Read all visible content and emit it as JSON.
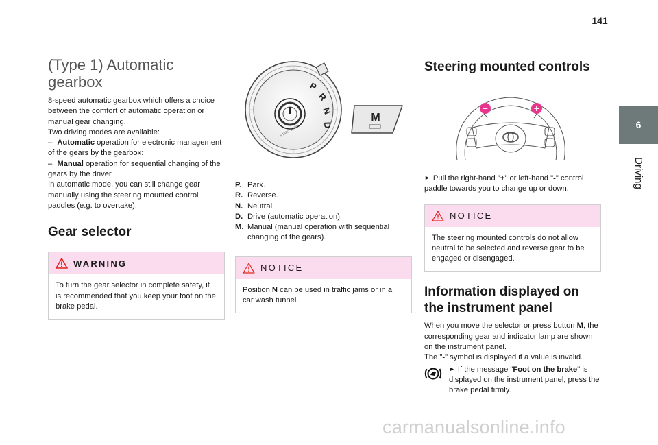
{
  "page": {
    "number": "141"
  },
  "chapter": {
    "number": "6",
    "label": "Driving"
  },
  "col1": {
    "title_line1": "(Type 1) Automatic",
    "title_line2": "gearbox",
    "intro_a": "8-speed automatic gearbox which offers a choice between the comfort of automatic operation or manual gear changing.",
    "intro_b": "Two driving modes are available:",
    "auto_dash": "–",
    "auto_label": "Automatic",
    "auto_text": " operation for electronic management of the gears by the gearbox:",
    "manual_dash": "–",
    "manual_label": "Manual",
    "manual_text": " operation for sequential changing of the gears by the driver.",
    "intro_c": "In automatic mode, you can still change gear manually using the steering mounted control paddles (e.g. to overtake).",
    "gear_selector_heading": "Gear selector",
    "warning_title": "WARNING",
    "warning_text": "To turn the gear selector in complete safety, it is recommended that you keep your foot on the brake pedal."
  },
  "col2": {
    "dial_letters": [
      "P",
      "R",
      "N",
      "D"
    ],
    "dial_center_text": "START STOP",
    "m_button_label": "M",
    "legend": [
      {
        "key": "P.",
        "text": "Park."
      },
      {
        "key": "R.",
        "text": "Reverse."
      },
      {
        "key": "N.",
        "text": "Neutral."
      },
      {
        "key": "D.",
        "text": "Drive (automatic operation)."
      },
      {
        "key": "M.",
        "text": "Manual (manual operation with sequential changing of the gears)."
      }
    ],
    "notice_title": "NOTICE",
    "notice_pre": "Position ",
    "notice_bold": "N",
    "notice_post": " can be used in traffic jams or in a car wash tunnel."
  },
  "col3": {
    "heading": "Steering mounted controls",
    "minus_symbol": "−",
    "plus_symbol": "+",
    "bullet_symbol": "►",
    "paddle_text_a": "Pull the right-hand \"",
    "paddle_plus": "+",
    "paddle_text_b": "\" or left-hand \"",
    "paddle_minus": "-",
    "paddle_text_c": "\" control paddle towards you to change up or down.",
    "notice_title": "NOTICE",
    "notice_text": "The steering mounted controls do not allow neutral to be selected and reverse gear to be engaged or disengaged.",
    "info_heading_line1": "Information displayed on",
    "info_heading_line2": "the instrument panel",
    "info_a_pre": "When you move the selector or press button ",
    "info_a_bold": "M",
    "info_a_post": ", the corresponding gear and indicator lamp are shown on the instrument panel.",
    "info_b_pre": "The \"",
    "info_b_bold": "-",
    "info_b_post": "\" symbol is displayed if a value is invalid.",
    "brake_text_a": "If the message \"",
    "brake_bold": "Foot on the brake",
    "brake_text_b": "\" is displayed on the instrument panel, press the brake pedal firmly."
  },
  "footer": {
    "watermark": "carmanualsonline.info"
  },
  "colors": {
    "notice_pink": "#fbdcef",
    "tab_gray": "#6e7a7a",
    "paddle_pink": "#e8368f",
    "warning_red": "#e2231a"
  }
}
